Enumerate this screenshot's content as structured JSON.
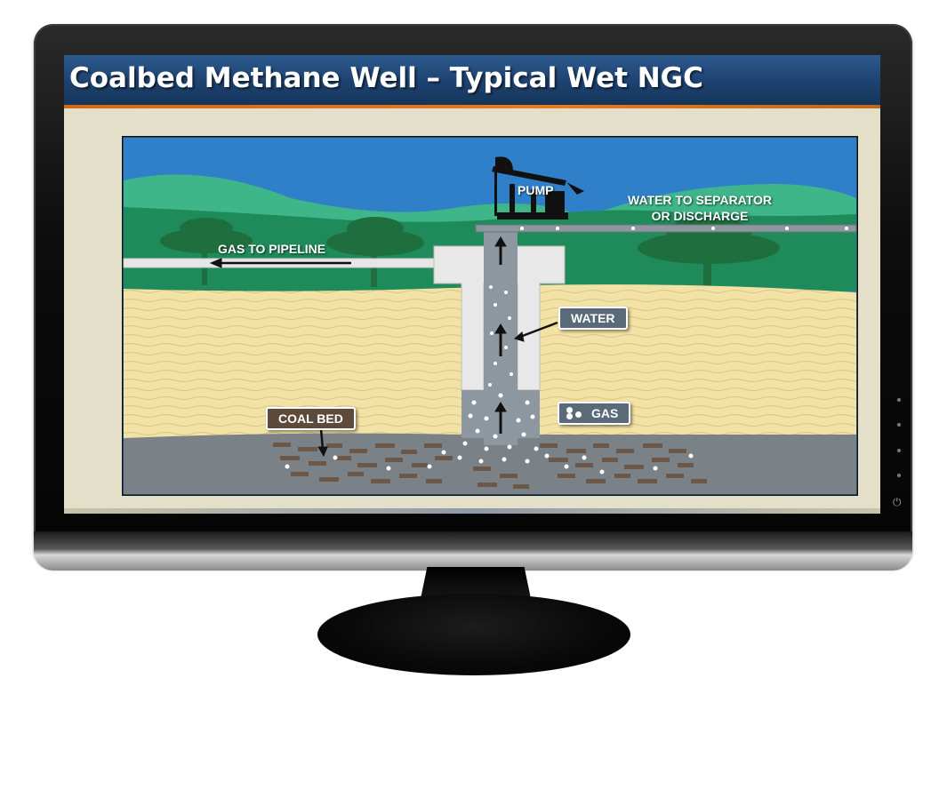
{
  "slide": {
    "title": "Coalbed Methane Well – Typical Wet NGC"
  },
  "diagram": {
    "labels": {
      "pump": "PUMP",
      "gas_to_pipeline": "GAS TO PIPELINE",
      "water_to_separator_line1": "WATER TO SEPARATOR",
      "water_to_separator_line2": "OR DISCHARGE",
      "water": "WATER",
      "gas": "GAS",
      "coal_bed": "COAL BED"
    },
    "icons": [
      "pumpjack-icon",
      "tree-icon",
      "arrow-up-icon",
      "arrow-left-icon",
      "gas-bubbles-icon"
    ]
  },
  "colors": {
    "sky": "#2f80c8",
    "hills_light": "#3fb58a",
    "hills_dark": "#1f8a5a",
    "soil": "#f2e2a6",
    "coal_layer": "#7a8288",
    "coal_brick": "#6b5848",
    "pipe": "#e6e6e6",
    "title_bar": "#1d4270",
    "title_rule": "#e27b22"
  }
}
